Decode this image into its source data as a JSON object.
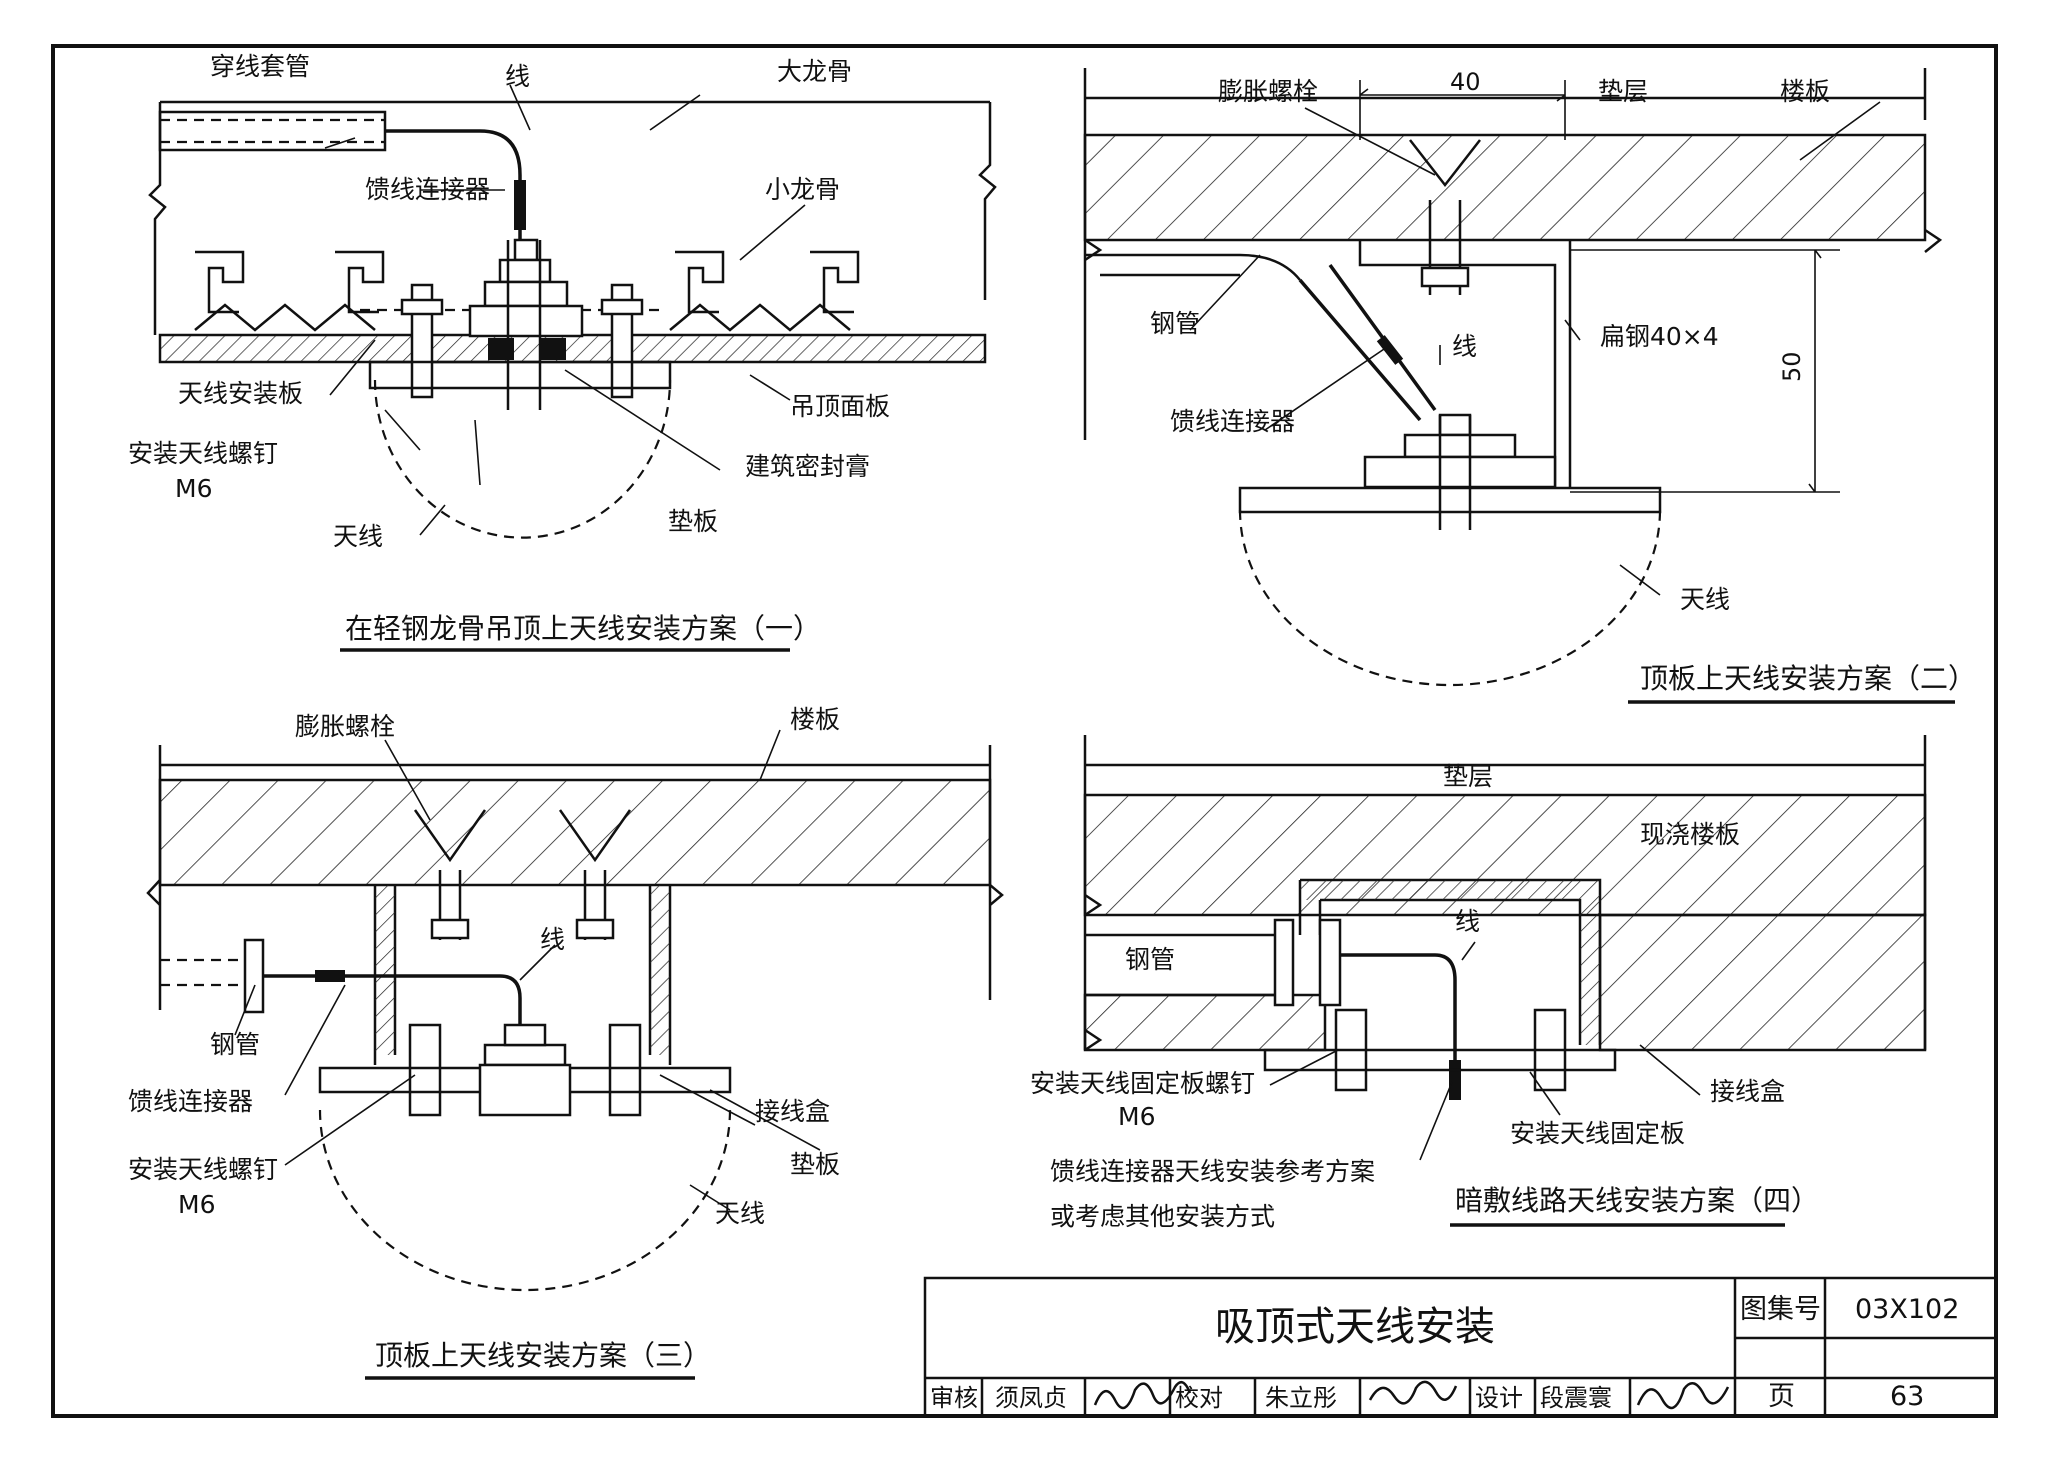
{
  "detail1": {
    "title": "在轻钢龙骨吊顶上天线安装方案（一）",
    "labels": {
      "conduit": "穿线套管",
      "wire": "线",
      "main_keel": "大龙骨",
      "feeder_connector": "馈线连接器",
      "sub_keel": "小龙骨",
      "mount_plate": "天线安装板",
      "ceiling_panel": "吊顶面板",
      "screw": "安装天线螺钉",
      "screw_size": "M6",
      "sealant": "建筑密封膏",
      "antenna": "天线",
      "pad": "垫板"
    }
  },
  "detail2": {
    "title": "顶板上天线安装方案（二）",
    "labels": {
      "anchor_bolt": "膨胀螺栓",
      "dim_40": "40",
      "cushion": "垫层",
      "floor_slab": "楼板",
      "steel_pipe": "钢管",
      "wire": "线",
      "flat_steel": "扁钢40×4",
      "dim_50": "50",
      "feeder_connector": "馈线连接器",
      "antenna": "天线"
    }
  },
  "detail3": {
    "title": "顶板上天线安装方案（三）",
    "labels": {
      "anchor_bolt": "膨胀螺栓",
      "floor_slab": "楼板",
      "wire": "线",
      "steel_pipe": "钢管",
      "feeder_connector": "馈线连接器",
      "junction_box": "接线盒",
      "screw": "安装天线螺钉",
      "pad": "垫板",
      "screw_size": "M6",
      "antenna": "天线"
    }
  },
  "detail4": {
    "title": "暗敷线路天线安装方案（四）",
    "labels": {
      "cushion": "垫层",
      "cast_slab": "现浇楼板",
      "wire": "线",
      "steel_pipe": "钢管",
      "plate_screw": "安装天线固定板螺钉",
      "screw_size": "M6",
      "junction_box": "接线盒",
      "fix_plate": "安装天线固定板",
      "note_line1": "馈线连接器天线安装参考方案",
      "note_line2": "或考虑其他安装方式"
    }
  },
  "title_block": {
    "drawing_title": "吸顶式天线安装",
    "atlas_label": "图集号",
    "atlas_no": "03X102",
    "page_label": "页",
    "page_no": "63",
    "review_label": "审核",
    "reviewer": "须凤贞",
    "check_label": "校对",
    "checker": "朱立彤",
    "design_label": "设计",
    "designer": "段震寰"
  }
}
